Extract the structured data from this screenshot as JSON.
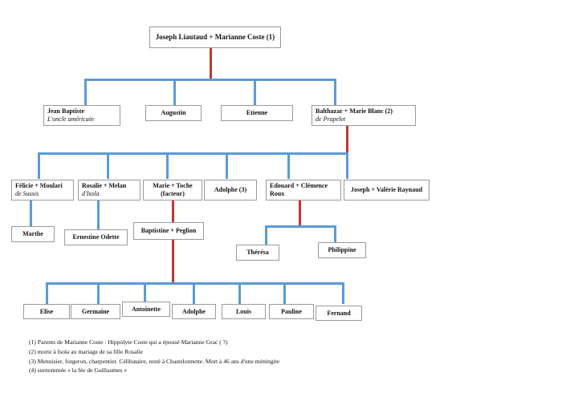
{
  "document": {
    "type": "genealogy-chart",
    "title": "Joseph Liautaud + Marianne Coste family tree"
  },
  "colors": {
    "connector_blue": "#5b9bd5",
    "connector_red": "#c0392b",
    "box_border": "#9a9a9a",
    "text": "#111111",
    "background": "#ffffff"
  },
  "generation1": {
    "root": {
      "line1": "Joseph Liautaud  + Marianne Coste (1)",
      "line2": ""
    }
  },
  "generation2": [
    {
      "line1": "Jean Baptiste",
      "line2": "L'oncle américain"
    },
    {
      "line1": "Augustin",
      "line2": ""
    },
    {
      "line1": "Etienne",
      "line2": ""
    },
    {
      "line1": "Balthazar + Marie Blanc  (2)",
      "line2": "de Prapelet"
    }
  ],
  "generation3": [
    {
      "line1": "Félicie + Moulari",
      "line2": "de Sussis"
    },
    {
      "line1": "Rosalie + Melan",
      "line2": "d'Isola"
    },
    {
      "line1": "Marie + Toche",
      "line2": "(facteur)"
    },
    {
      "line1": "Adolphe (3)",
      "line2": ""
    },
    {
      "line1": "Edouard + Clémence",
      "line2": "Roux"
    },
    {
      "line1": "Joseph + Valérie Raynaud",
      "line2": ""
    }
  ],
  "generation4": [
    {
      "line1": "Marthe",
      "line2": ""
    },
    {
      "line1": "Ernestine Odette",
      "line2": ""
    },
    {
      "line1": "Baptistine + Peglion",
      "line2": ""
    },
    {
      "line1": "Thérésa",
      "line2": ""
    },
    {
      "line1": "Philippine",
      "line2": ""
    }
  ],
  "generation5": [
    {
      "line1": "Elise",
      "line2": ""
    },
    {
      "line1": "Germaine",
      "line2": ""
    },
    {
      "line1": "Antoinette",
      "line2": ""
    },
    {
      "line1": "Adolphe",
      "line2": ""
    },
    {
      "line1": "Louis",
      "line2": ""
    },
    {
      "line1": "Pauline",
      "line2": ""
    },
    {
      "line1": "Fernand",
      "line2": ""
    }
  ],
  "footnotes": [
    "(1) Parents de Marianne Coste : Hippolyte Coste qui a épousé Marianne Grac ( ?)",
    "(2) morte à Isola au mariage de sa fille Rosalie",
    "(3) Menuisier, forgeron, charpentier. Célibataire, resté à Chastelonnette. Mort à 46 ans d'une méningite",
    "(4) surnommée « la fée de Guillaumes »"
  ]
}
